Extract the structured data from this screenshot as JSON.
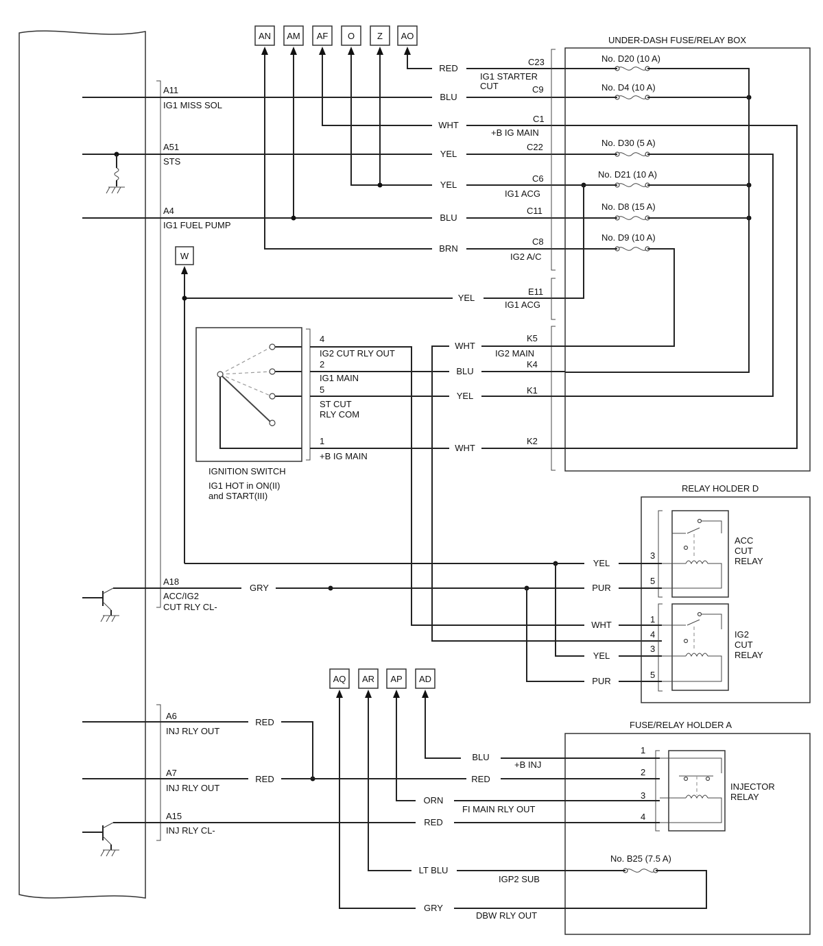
{
  "components": {
    "fuse_box_title": "UNDER-DASH FUSE/RELAY BOX",
    "relay_holder_d_title": "RELAY HOLDER D",
    "fuse_relay_holder_a_title": "FUSE/RELAY HOLDER A",
    "ignition_switch": [
      "IGNITION SWITCH",
      "IG1 HOT in ON(II)",
      "and START(III)"
    ],
    "acc_cut_relay": [
      "ACC",
      "CUT",
      "RELAY"
    ],
    "ig2_cut_relay": [
      "IG2",
      "CUT",
      "RELAY"
    ],
    "injector_relay": [
      "INJECTOR",
      "RELAY"
    ]
  },
  "connectors_top": [
    "AN",
    "AM",
    "AF",
    "O",
    "Z",
    "AO"
  ],
  "connectors_bottom": [
    "AQ",
    "AR",
    "AP",
    "AD"
  ],
  "connector_w": "W",
  "fuses": [
    "No. D20 (10 A)",
    "No. D4 (10 A)",
    "No. D30 (5 A)",
    "No. D21 (10 A)",
    "No. D8 (15 A)",
    "No. D9 (10 A)",
    "No. B25 (7.5 A)"
  ],
  "ecm_pins": [
    {
      "pin": "A11",
      "name": "IG1 MISS SOL"
    },
    {
      "pin": "A51",
      "name": "STS"
    },
    {
      "pin": "A4",
      "name": "IG1 FUEL PUMP"
    },
    {
      "pin": "A18",
      "name": "ACC/IG2",
      "name2": "CUT RLY CL-"
    },
    {
      "pin": "A6",
      "name": "INJ RLY OUT"
    },
    {
      "pin": "A7",
      "name": "INJ RLY OUT"
    },
    {
      "pin": "A15",
      "name": "INJ RLY CL-"
    }
  ],
  "fuse_box_terminals": [
    {
      "pin": "C23",
      "name": "IG1 STARTER",
      "name2": "CUT",
      "color": "RED"
    },
    {
      "pin": "C9",
      "name": "",
      "color": "BLU"
    },
    {
      "pin": "C1",
      "name": "+B IG MAIN",
      "color": "WHT"
    },
    {
      "pin": "C22",
      "name": "",
      "color": "YEL"
    },
    {
      "pin": "C6",
      "name": "IG1 ACG",
      "color": "YEL"
    },
    {
      "pin": "C11",
      "name": "",
      "color": "BLU"
    },
    {
      "pin": "C8",
      "name": "IG2 A/C",
      "color": "BRN"
    },
    {
      "pin": "E11",
      "name": "IG1 ACG",
      "color": "YEL"
    },
    {
      "pin": "K5",
      "name": "IG2 MAIN",
      "color": "WHT"
    },
    {
      "pin": "K4",
      "name": "",
      "color": "BLU"
    },
    {
      "pin": "K1",
      "name": "",
      "color": "YEL"
    },
    {
      "pin": "K2",
      "name": "",
      "color": "WHT"
    }
  ],
  "ignition_switch_pins": [
    {
      "pin": "4",
      "name": "IG2 CUT RLY OUT"
    },
    {
      "pin": "2",
      "name": "IG1 MAIN"
    },
    {
      "pin": "5",
      "name": "ST CUT",
      "name2": "RLY COM"
    },
    {
      "pin": "1",
      "name": "+B IG MAIN"
    }
  ],
  "relay_d_wires": [
    {
      "pin": "3",
      "color": "YEL"
    },
    {
      "pin": "5",
      "color": "PUR"
    },
    {
      "pin": "1",
      "color": "WHT"
    },
    {
      "pin": "4",
      "color": ""
    },
    {
      "pin": "3",
      "color": "YEL"
    },
    {
      "pin": "5",
      "color": "PUR"
    }
  ],
  "holder_a_wires": [
    {
      "pin": "1",
      "color": "BLU",
      "name": "+B INJ"
    },
    {
      "pin": "2",
      "color": "RED",
      "name": ""
    },
    {
      "pin": "3",
      "color": "ORN",
      "name": "FI MAIN RLY OUT"
    },
    {
      "pin": "4",
      "color": "RED",
      "name": ""
    }
  ],
  "other_wires": {
    "gry_a18": "GRY",
    "red_a6": "RED",
    "red_a7": "RED",
    "lt_blu": "LT BLU",
    "igp2_sub": "IGP2 SUB",
    "gry_bottom": "GRY",
    "dbw_rly_out": "DBW RLY OUT"
  }
}
